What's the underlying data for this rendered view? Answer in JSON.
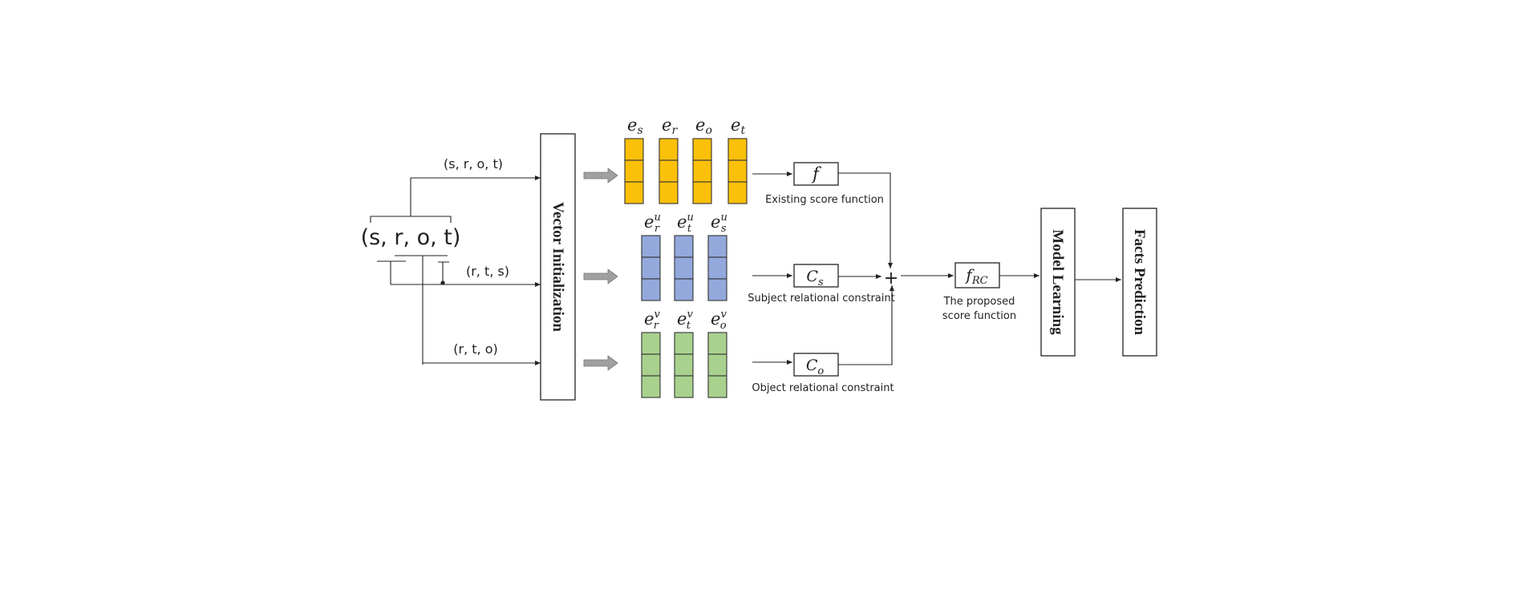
{
  "input": {
    "tuple": "(s, r, o, t)",
    "branch_top": "(s, r, o, t)",
    "branch_mid": "(r, t, s)",
    "branch_bot": "(r, t, o)"
  },
  "vector_init": "Vector Initialization",
  "embeddings": {
    "existing": {
      "color": "#FBC00A",
      "labels": [
        {
          "base": "e",
          "sub": "s",
          "sup": ""
        },
        {
          "base": "e",
          "sub": "r",
          "sup": ""
        },
        {
          "base": "e",
          "sub": "o",
          "sup": ""
        },
        {
          "base": "e",
          "sub": "t",
          "sup": ""
        }
      ]
    },
    "subject": {
      "color": "#93A9DC",
      "labels": [
        {
          "base": "e",
          "sub": "r",
          "sup": "u"
        },
        {
          "base": "e",
          "sub": "t",
          "sup": "u"
        },
        {
          "base": "e",
          "sub": "s",
          "sup": "u"
        }
      ]
    },
    "object": {
      "color": "#A9D18E",
      "labels": [
        {
          "base": "e",
          "sub": "r",
          "sup": "v"
        },
        {
          "base": "e",
          "sub": "t",
          "sup": "v"
        },
        {
          "base": "e",
          "sub": "o",
          "sup": "v"
        }
      ]
    }
  },
  "functions": {
    "f": {
      "base": "f",
      "sub": ""
    },
    "f_caption": "Existing score function",
    "cs": {
      "base": "C",
      "sub": "s"
    },
    "cs_caption": "Subject relational constraint",
    "co": {
      "base": "C",
      "sub": "o"
    },
    "co_caption": "Object relational constraint",
    "plus": "+",
    "frc": {
      "base": "f",
      "sub": "RC"
    },
    "frc_caption_1": "The proposed",
    "frc_caption_2": "score function"
  },
  "model_learning": "Model Learning",
  "facts_prediction": "Facts Prediction",
  "colors": {
    "arrow_gray": "#A0A0A0",
    "stroke": "#222222"
  }
}
